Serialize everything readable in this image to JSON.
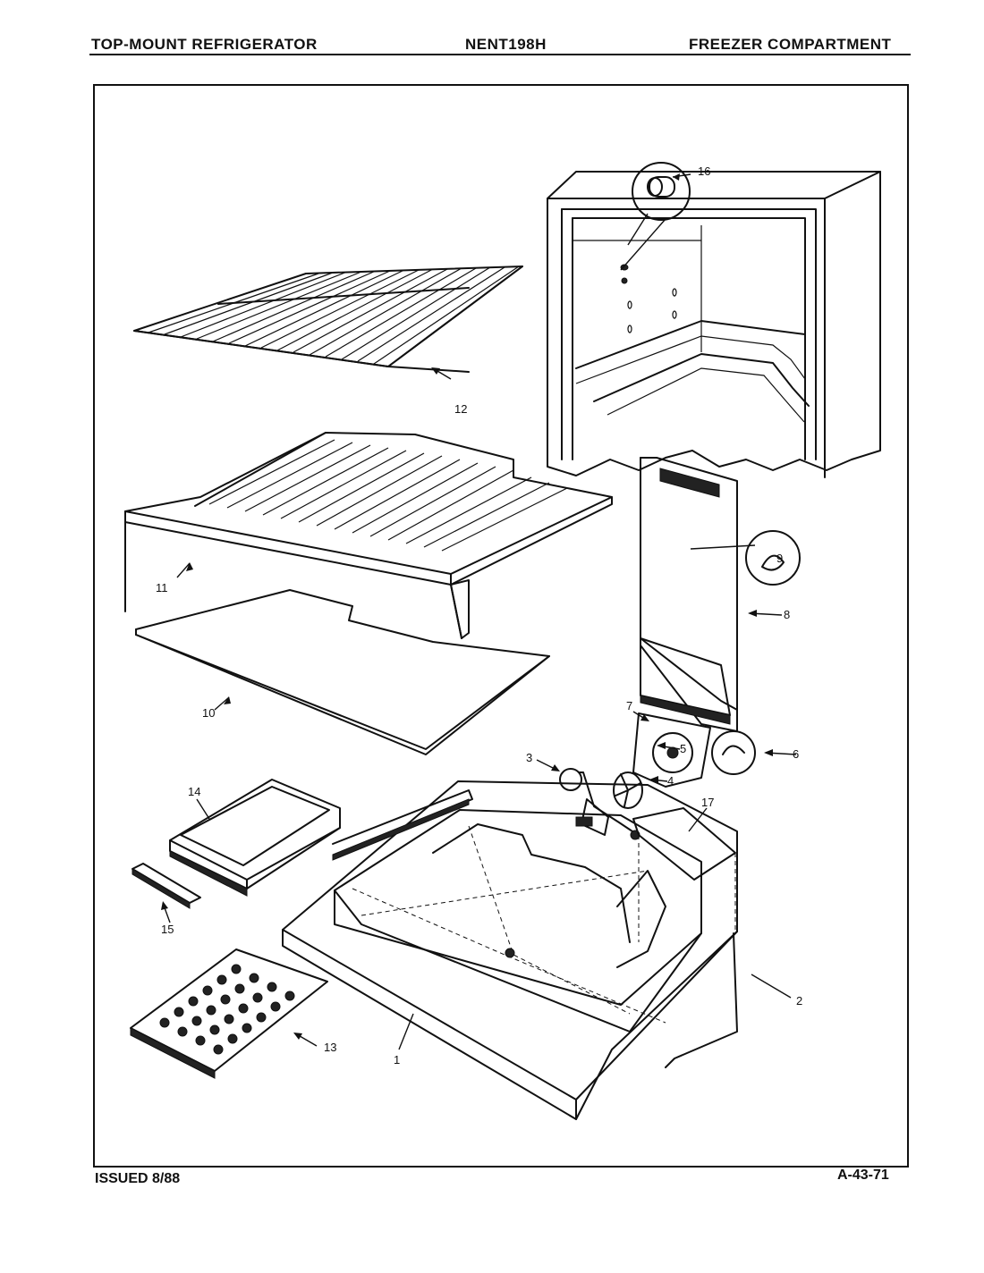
{
  "header": {
    "left": "TOP-MOUNT REFRIGERATOR",
    "center": "NENT198H",
    "right": "FREEZER COMPARTMENT"
  },
  "footer": {
    "left": "ISSUED 8/88",
    "right": "A-43-71"
  },
  "callouts": {
    "p1": "1",
    "p2": "2",
    "p3": "3",
    "p4": "4",
    "p5": "5",
    "p6": "6",
    "p7": "7",
    "p8": "8",
    "p9": "9",
    "p10": "10",
    "p11": "11",
    "p12": "12",
    "p13": "13",
    "p14": "14",
    "p15": "15",
    "p16": "16",
    "p17": "17"
  }
}
